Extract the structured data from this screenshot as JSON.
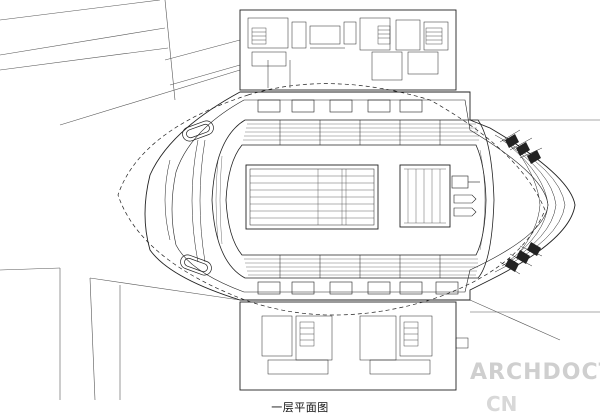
{
  "drawing": {
    "caption": "一层平面图"
  },
  "watermark": {
    "line1": "ARCHDOCT",
    "line2": "CN"
  }
}
